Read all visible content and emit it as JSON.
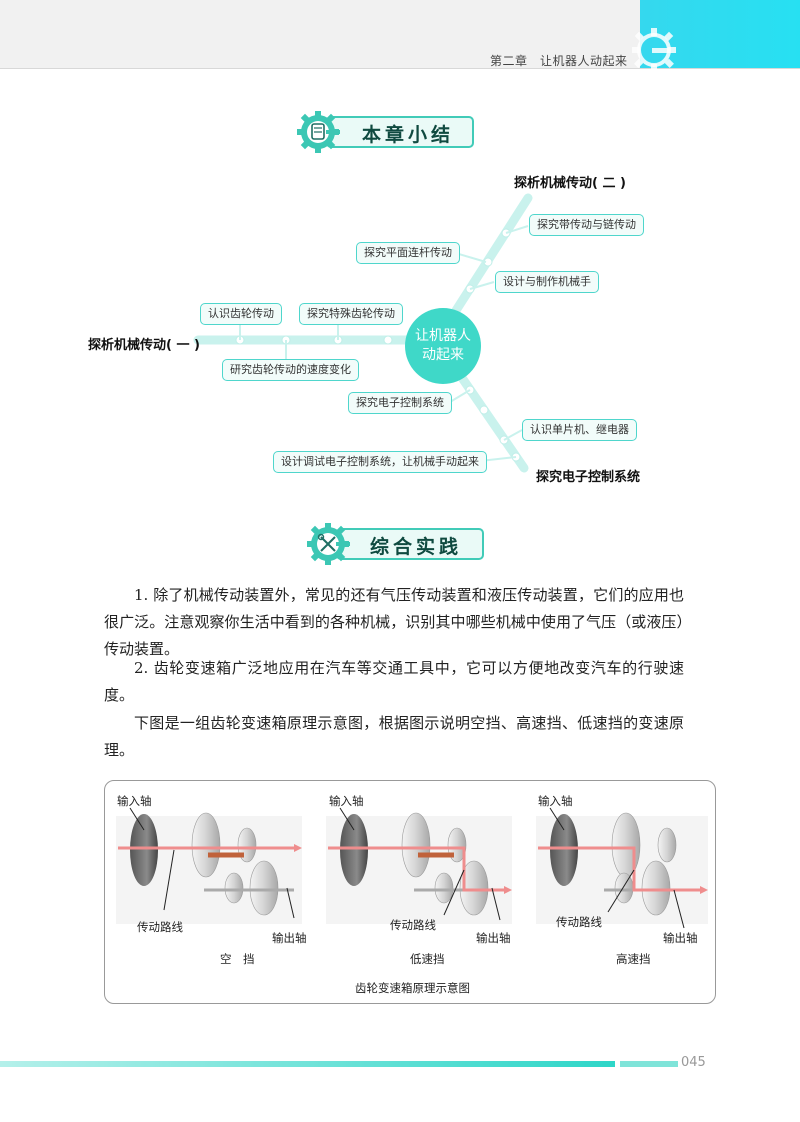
{
  "header": {
    "chapter_title": "第二章　让机器人动起来"
  },
  "summary": {
    "title": "本章小结",
    "center": "让机器人动起来",
    "center_line1": "让机器人",
    "center_line2": "动起来",
    "heading_left": "探析机械传动(  一  )",
    "heading_top": "探析机械传动(  二  )",
    "heading_bottom": "探究电子控制系统",
    "nodes": [
      "认识齿轮传动",
      "探究特殊齿轮传动",
      "研究齿轮传动的速度变化",
      "探究平面连杆传动",
      "探究带传动与链传动",
      "设计与制作机械手",
      "探究电子控制系统",
      "认识单片机、继电器",
      "设计调试电子控制系统，让机械手动起来"
    ]
  },
  "practice": {
    "title": "综合实践",
    "paragraphs": [
      "1. 除了机械传动装置外，常见的还有气压传动装置和液压传动装置，它们的应用也很广泛。注意观察你生活中看到的各种机械，识别其中哪些机械中使用了气压（或液压）传动装置。",
      "2. 齿轮变速箱广泛地应用在汽车等交通工具中，它可以方便地改变汽车的行驶速度。",
      "下图是一组齿轮变速箱原理示意图，根据图示说明空挡、高速挡、低速挡的变速原理。"
    ]
  },
  "figure": {
    "input_label": "输入轴",
    "path_label": "传动路线",
    "output_label": "输出轴",
    "panels": [
      "空　挡",
      "低速挡",
      "高速挡"
    ],
    "caption": "齿轮变速箱原理示意图"
  },
  "footer": {
    "page_number": "045"
  }
}
